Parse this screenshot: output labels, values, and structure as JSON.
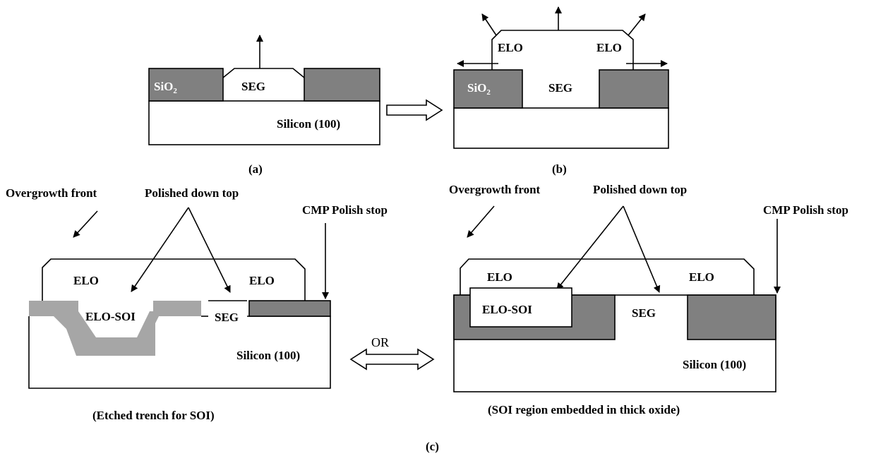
{
  "colors": {
    "oxide": "#808080",
    "trench_oxide": "#a6a6a6",
    "background": "#ffffff",
    "line": "#000000"
  },
  "panel_a": {
    "oxide_label_base": "SiO",
    "oxide_label_sub": "2",
    "seg_label": "SEG",
    "substrate_label": "Silicon (100)",
    "caption": "(a)"
  },
  "panel_b": {
    "elo_left": "ELO",
    "elo_right": "ELO",
    "oxide_label_base": "SiO",
    "oxide_label_sub": "2",
    "seg_label": "SEG",
    "caption": "(b)"
  },
  "panel_c_left": {
    "overgrowth_label": "Overgrowth front",
    "polished_label": "Polished down top",
    "cmp_label": "CMP Polish stop",
    "elo_left": "ELO",
    "elo_right": "ELO",
    "elo_soi": "ELO-SOI",
    "seg_label": "SEG",
    "substrate_label": "Silicon (100)",
    "caption": "(Etched trench for SOI)"
  },
  "panel_c_right": {
    "overgrowth_label": "Overgrowth front",
    "polished_label": "Polished down top",
    "cmp_label": "CMP Polish stop",
    "elo_left": "ELO",
    "elo_right": "ELO",
    "elo_soi": "ELO-SOI",
    "seg_label": "SEG",
    "substrate_label": "Silicon (100)",
    "caption": "(SOI region embedded in  thick oxide)"
  },
  "or_label": "OR",
  "figure_caption": "(c)"
}
